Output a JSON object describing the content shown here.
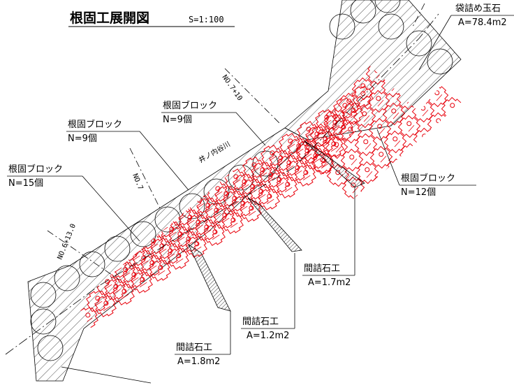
{
  "title": "根固工展開図",
  "scale": "S=1:100",
  "stations": {
    "no6": "NO.6+13.0",
    "no7": "NO.7",
    "no7_10": "NO.7+10"
  },
  "river_name": "井ノ内谷川",
  "callouts": {
    "block_left": {
      "name": "根固ブロック",
      "count": "N=15個"
    },
    "block_mid1": {
      "name": "根固ブロック",
      "count": "N=9個"
    },
    "block_mid2": {
      "name": "根固ブロック",
      "count": "N=9個"
    },
    "block_right": {
      "name": "根固ブロック",
      "count": "N=12個"
    },
    "gap1": {
      "name": "間詰石工",
      "area": "A=1.8m2"
    },
    "gap2": {
      "name": "間詰石工",
      "area": "A=1.2m2"
    },
    "gap3": {
      "name": "間詰石工",
      "area": "A=1.7m2"
    },
    "bag": {
      "name": "袋詰め玉石",
      "area": "A=78.4m2"
    }
  },
  "colors": {
    "block": "#e8000b",
    "line": "#000000"
  }
}
